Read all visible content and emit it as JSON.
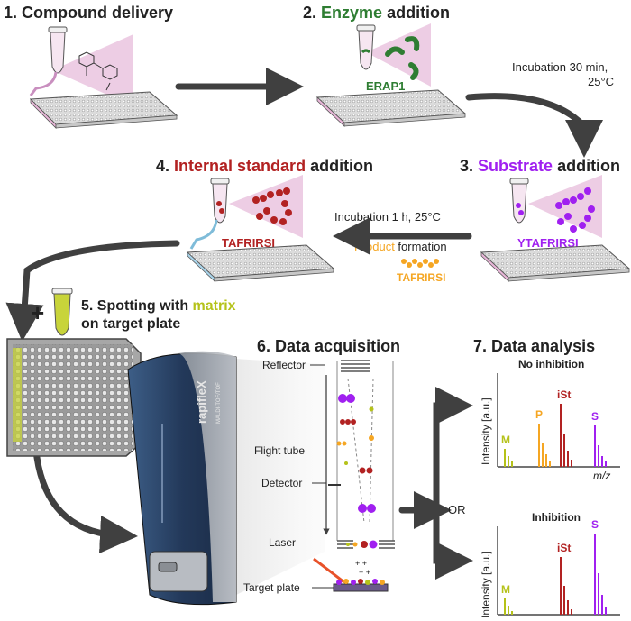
{
  "steps": {
    "s1": {
      "num": "1.",
      "title": "Compound delivery"
    },
    "s2": {
      "num": "2.",
      "accent": "Enzyme",
      "rest": " addition"
    },
    "s3": {
      "num": "3.",
      "accent": "Substrate",
      "rest": " addition"
    },
    "s4": {
      "num": "4.",
      "accent": "Internal standard",
      "rest": " addition"
    },
    "s5": {
      "num": "5.",
      "line1": "Spotting with ",
      "accent": "matrix",
      "line2": "on target plate"
    },
    "s6": {
      "num": "6.",
      "title": "Data acquisition"
    },
    "s7": {
      "num": "7.",
      "title": "Data analysis"
    }
  },
  "labels": {
    "erap1": "ERAP1",
    "substrate": "YTAFRIRSI",
    "istd": "TAFRIRSI",
    "product_word": "Product",
    "formation": " formation",
    "product_seq": "TAFRIRSI",
    "incubation1": "Incubation 30 min,",
    "incubation1b": "25°C",
    "incubation2": "Incubation 1 h,  25°C",
    "plus": "+",
    "or": "OR"
  },
  "instrument": {
    "brand": "rapifleX",
    "sub": "MALDI-TOF/TOF",
    "reflector": "Reflector",
    "flight_tube": "Flight tube",
    "detector": "Detector",
    "laser": "Laser",
    "target_plate": "Target plate"
  },
  "spectra": {
    "top_title": "No inhibition",
    "bottom_title": "Inhibition",
    "ylabel": "Intensity [a.u.]",
    "xlabel": "m/z",
    "peak_m": "M",
    "peak_p": "P",
    "peak_ist": "iSt",
    "peak_s": "S"
  },
  "colors": {
    "enzyme": "#2e7d32",
    "substrate": "#a020f0",
    "istd": "#b22222",
    "product": "#f5a623",
    "matrix": "#b5c21a",
    "plate_pink": "#e8b6d8",
    "plate_blue": "#a9d4ea",
    "instrument": "#2e4a6b"
  }
}
